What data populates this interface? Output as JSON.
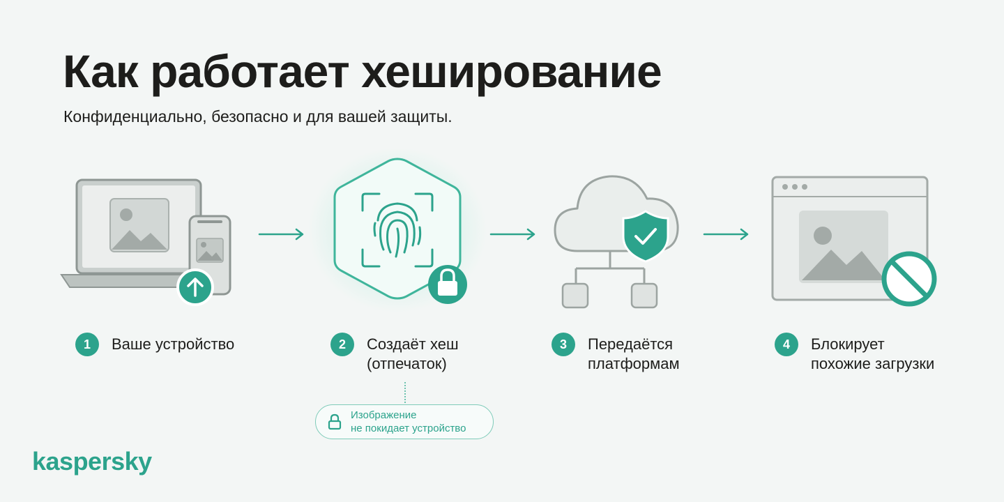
{
  "header": {
    "title": "Как работает хеширование",
    "subtitle": "Конфиденциально, безопасно и для вашей защиты."
  },
  "steps": [
    {
      "number": "1",
      "lines": [
        "Ваше устройство"
      ]
    },
    {
      "number": "2",
      "lines": [
        "Создаёт хеш",
        "(отпечаток)"
      ]
    },
    {
      "number": "3",
      "lines": [
        "Передаётся",
        "платформам"
      ]
    },
    {
      "number": "4",
      "lines": [
        "Блокирует",
        "похожие загрузки"
      ]
    }
  ],
  "note": {
    "lines": [
      "Изображение",
      "не покидает устройство"
    ],
    "icon": "lock-icon"
  },
  "brand": {
    "logo": "kaspersky"
  },
  "icons": [
    "laptop-icon",
    "phone-icon",
    "upload-icon",
    "fingerprint-icon",
    "lock-icon",
    "cloud-icon",
    "shield-check-icon",
    "browser-window-icon",
    "blocked-icon",
    "arrow-right-icon"
  ],
  "colors": {
    "accent": "#2ca38c",
    "accent_light": "#7fcbb9",
    "background": "#f3f6f5",
    "text": "#1d1d1b"
  }
}
